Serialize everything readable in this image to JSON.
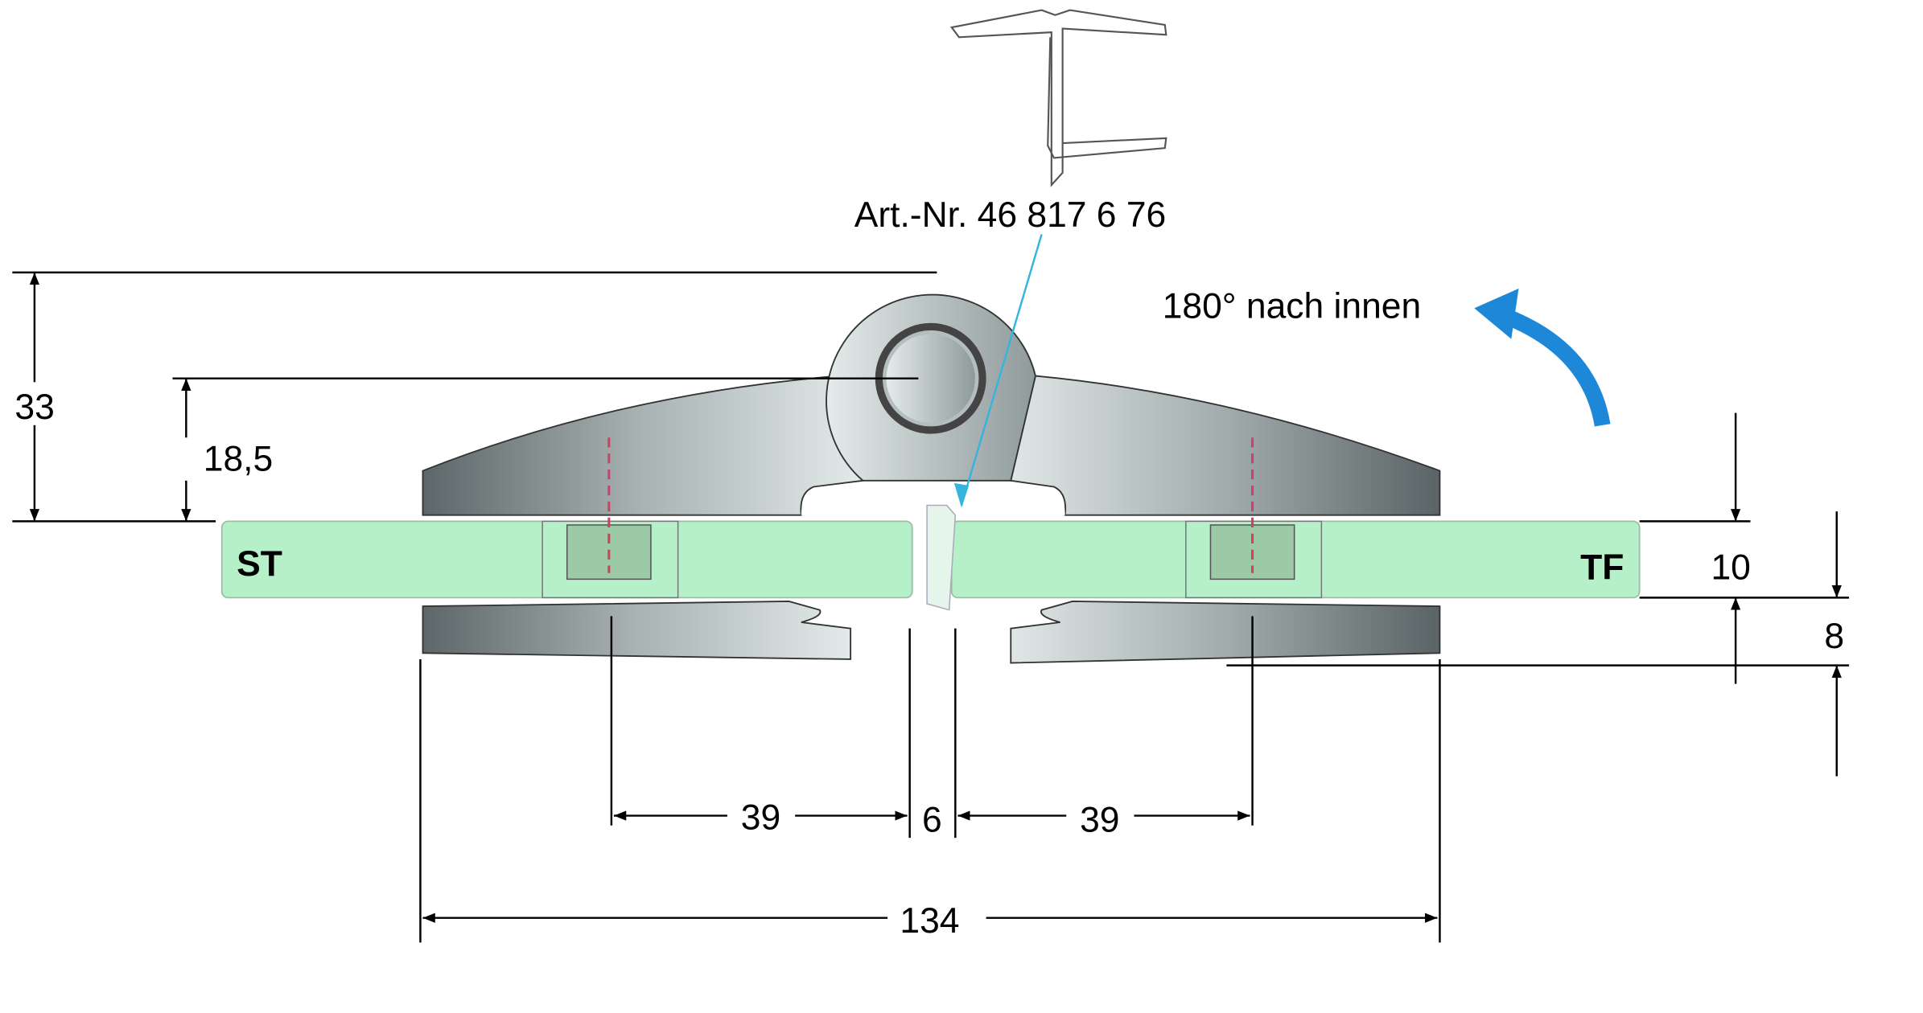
{
  "article_number": "Art.-Nr. 46 817 6 76",
  "rotation_label": "180° nach innen",
  "left_panel_label": "ST",
  "right_panel_label": "TF",
  "dimensions": {
    "total_height": "33",
    "axis_height": "18,5",
    "glass_thickness": "10",
    "bottom_plate": "8",
    "left_hole_distance": "39",
    "gap": "6",
    "right_hole_distance": "39",
    "total_width": "134"
  },
  "colors": {
    "glass": "#b5f0c8",
    "arrow": "#1e88d8",
    "leader": "#35b4dc",
    "metal_dark": "#5d6668",
    "metal_light": "#dfe6e6",
    "center_mark": "#d04060"
  }
}
